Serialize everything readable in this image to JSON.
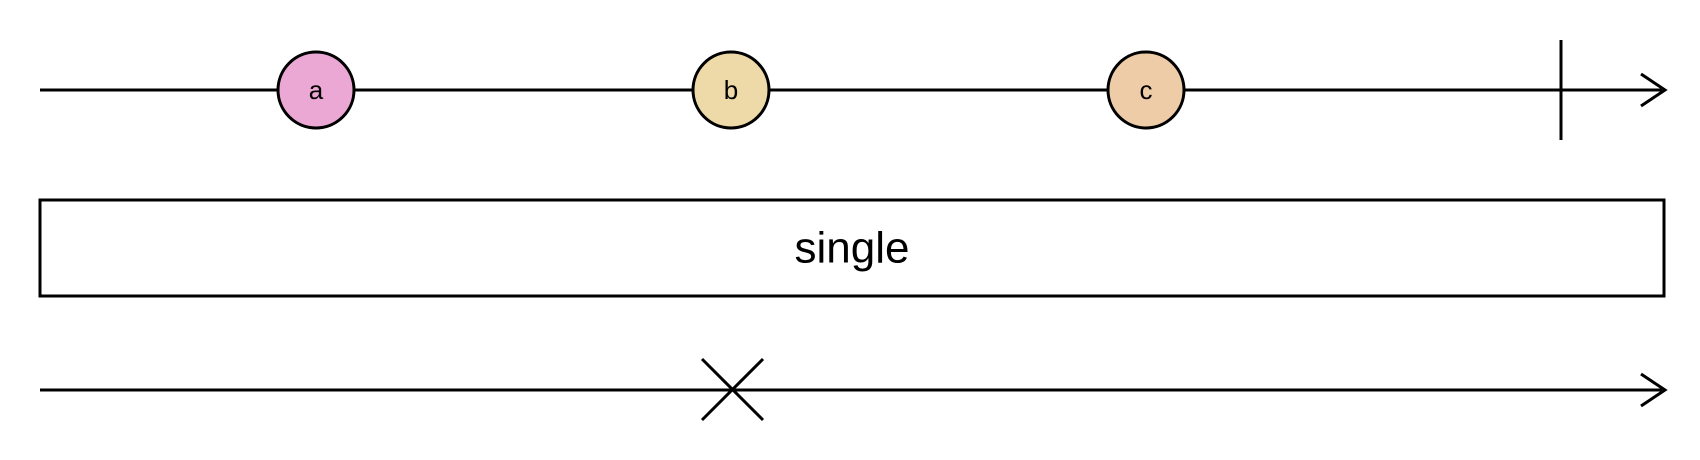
{
  "source_timeline": {
    "marbles": [
      {
        "label": "a",
        "color": "#EBA8D4"
      },
      {
        "label": "b",
        "color": "#EDDAA8"
      },
      {
        "label": "c",
        "color": "#EDCCA7"
      }
    ],
    "completed": true
  },
  "operator": {
    "label": "single"
  },
  "result_timeline": {
    "terminated_with_error": true
  }
}
